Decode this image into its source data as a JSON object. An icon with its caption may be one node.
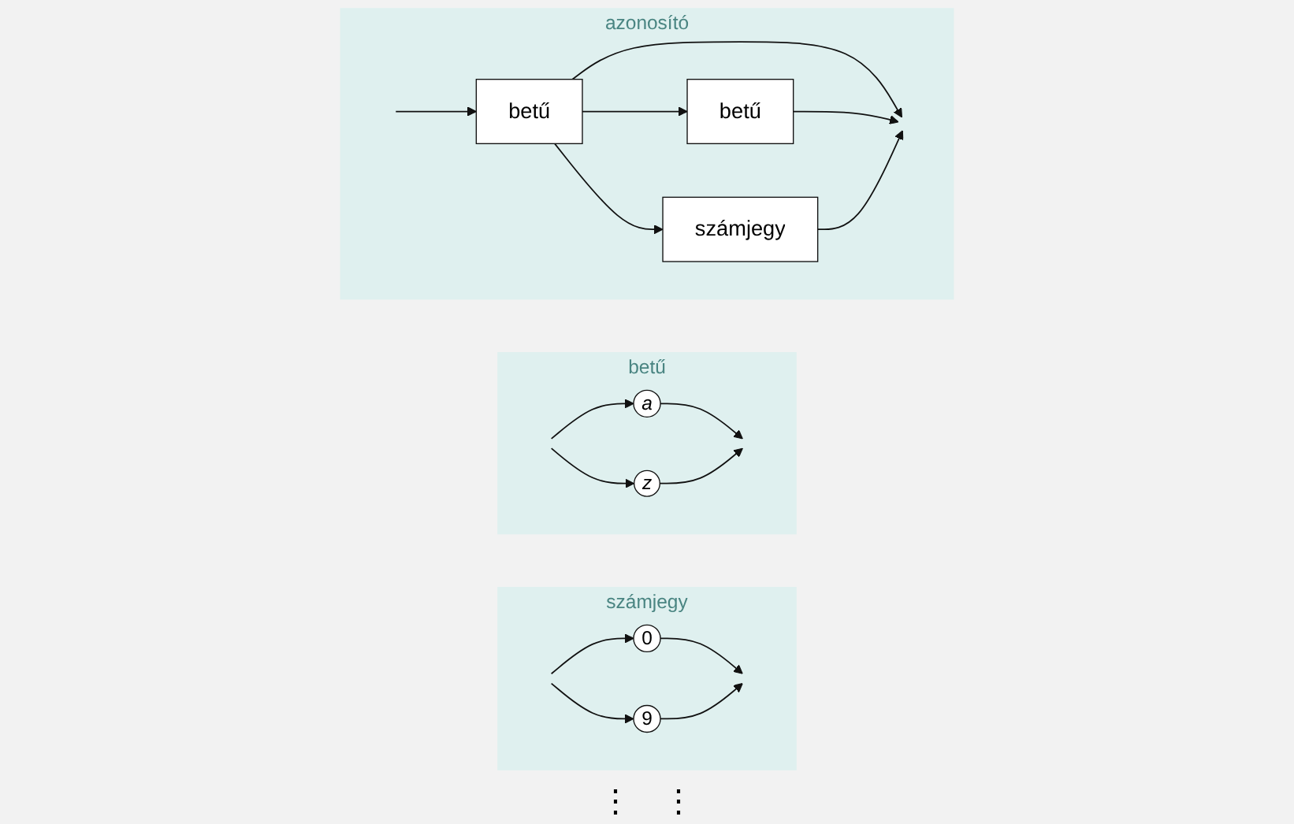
{
  "diagram": {
    "nodes": [
      {
        "text": [
          "azonosító"
        ]
      },
      {
        "text": [
          "betű"
        ],
        "in": 0
      },
      {
        "text": [
          "betű"
        ],
        "in": 0
      },
      {
        "text": [
          "számjegy"
        ],
        "in": 0
      },
      {
        "text": [
          "betű"
        ]
      },
      {
        "text": [
          "a"
        ],
        "in": 4
      },
      {
        "text": [
          "z"
        ],
        "in": 4
      },
      {
        "text": [
          "számjegy"
        ]
      },
      {
        "text": [
          "0"
        ],
        "in": 7
      },
      {
        "text": [
          "9"
        ],
        "in": 7
      }
    ],
    "edges": [
      {
        "from": null,
        "to": 1,
        "arrow": "to"
      },
      {
        "from": 1,
        "to": null,
        "arrow": "to"
      },
      {
        "from": 1,
        "to": 2,
        "arrow": "to"
      },
      {
        "from": 1,
        "to": 3,
        "arrow": "to"
      },
      {
        "from": 2,
        "to": null,
        "arrow": "to"
      },
      {
        "from": 3,
        "to": null,
        "arrow": "to"
      },
      {
        "from": null,
        "to": 5,
        "arrow": "to"
      },
      {
        "from": null,
        "to": 6,
        "arrow": "to"
      },
      {
        "from": 5,
        "to": null,
        "arrow": "to"
      },
      {
        "from": 6,
        "to": null,
        "arrow": "to"
      },
      {
        "from": null,
        "to": 8,
        "arrow": "to"
      },
      {
        "from": null,
        "to": 9,
        "arrow": "to"
      },
      {
        "from": 8,
        "to": null,
        "arrow": "to"
      },
      {
        "from": 9,
        "to": null,
        "arrow": "to"
      }
    ],
    "labels": [
      "⋮",
      "⋮"
    ]
  }
}
